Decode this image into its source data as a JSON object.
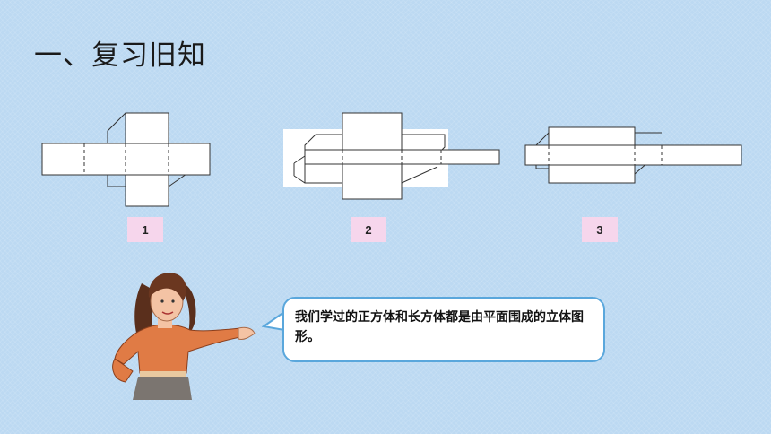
{
  "page": {
    "title": "一、复习旧知",
    "background_color": "#bcd9f2"
  },
  "figures": [
    {
      "badge": "1"
    },
    {
      "badge": "2"
    },
    {
      "badge": "3"
    }
  ],
  "speech_bubble": {
    "text": "我们学过的正方体和长方体都是由平面围成的立体图形。",
    "border_color": "#5aa7dc"
  },
  "icons": [
    "teacher-illustration"
  ]
}
